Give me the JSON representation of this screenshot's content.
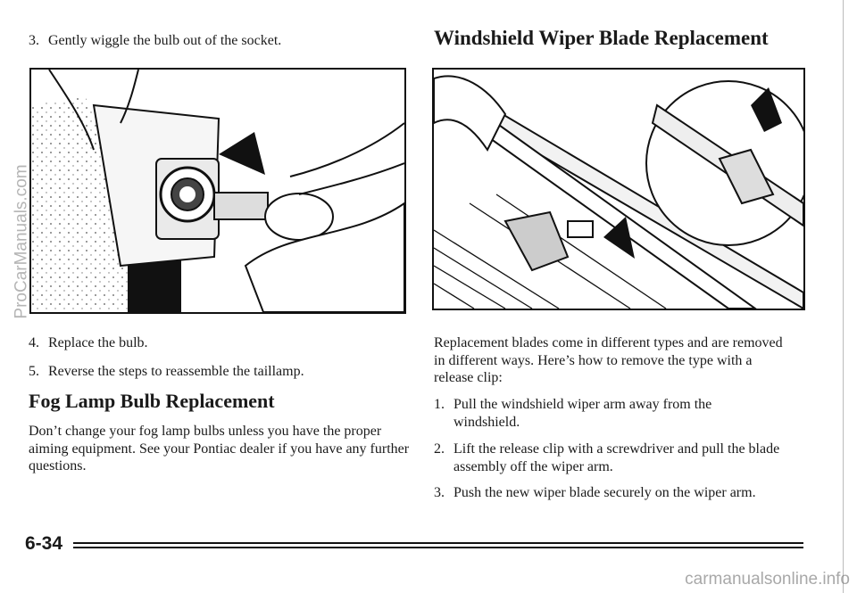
{
  "left": {
    "step3": {
      "num": "3.",
      "text": "Gently wiggle the bulb out of the socket."
    },
    "step4": {
      "num": "4.",
      "text": "Replace the bulb."
    },
    "step5": {
      "num": "5.",
      "text": "Reverse the steps to reassemble the taillamp."
    },
    "fog_heading": "Fog Lamp Bulb Replacement",
    "fog_paragraph": "Don’t change your fog lamp bulbs unless you have the proper aiming equipment. See your Pontiac dealer if you have any further questions."
  },
  "right": {
    "wiper_heading": "Windshield Wiper Blade Replacement",
    "intro": "Replacement blades come in different types and are removed in different ways. Here’s how to remove the type with a release clip:",
    "steps": [
      {
        "num": "1.",
        "text": "Pull the windshield wiper arm away from the windshield."
      },
      {
        "num": "2.",
        "text": "Lift the release clip with a screwdriver and pull the blade assembly off the wiper arm."
      },
      {
        "num": "3.",
        "text": "Push the new wiper blade securely on the wiper arm."
      }
    ]
  },
  "footer": {
    "page_number": "6-34"
  },
  "watermarks": {
    "side": "ProCarManuals.com",
    "bottom": "carmanualsonline.info"
  }
}
